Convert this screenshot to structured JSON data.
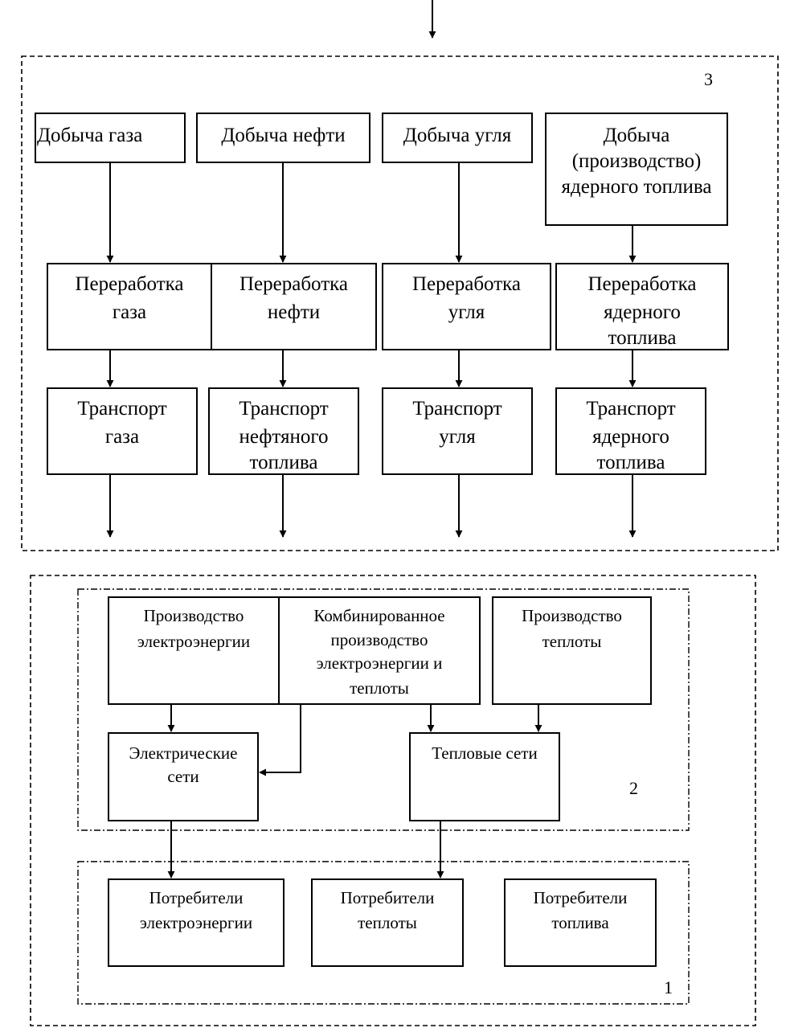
{
  "regions": [
    {
      "id": "fuel",
      "number": "3"
    },
    {
      "id": "energy",
      "number": "2"
    },
    {
      "id": "consumers",
      "number": "1"
    }
  ],
  "nodes": {
    "gas_extraction": {
      "lines": [
        "Добыча газа"
      ]
    },
    "oil_extraction": {
      "lines": [
        "Добыча нефти"
      ]
    },
    "coal_extraction": {
      "lines": [
        "Добыча угля"
      ]
    },
    "nuclear_extraction": {
      "lines": [
        "Добыча",
        "(производство)",
        "ядерного топлива"
      ]
    },
    "gas_processing": {
      "lines": [
        "Переработка",
        "газа"
      ]
    },
    "oil_processing": {
      "lines": [
        "Переработка",
        "нефти"
      ]
    },
    "coal_processing": {
      "lines": [
        "Переработка",
        "угля"
      ]
    },
    "nuclear_processing": {
      "lines": [
        "Переработка",
        "ядерного",
        "топлива"
      ]
    },
    "gas_transport": {
      "lines": [
        "Транспорт",
        "газа"
      ]
    },
    "oil_transport": {
      "lines": [
        "Транспорт",
        "нефтяного",
        "топлива"
      ]
    },
    "coal_transport": {
      "lines": [
        "Транспорт",
        "угля"
      ]
    },
    "nuclear_transport": {
      "lines": [
        "Транспорт",
        "ядерного",
        "топлива"
      ]
    },
    "electricity_production": {
      "lines": [
        "Производство",
        "электроэнергии"
      ]
    },
    "combined_production": {
      "lines": [
        "Комбинированное",
        "производство",
        "электроэнергии и",
        "теплоты"
      ]
    },
    "heat_production": {
      "lines": [
        "Производство",
        "теплоты"
      ]
    },
    "electric_networks": {
      "lines": [
        "Электрические",
        "сети"
      ]
    },
    "heat_networks": {
      "lines": [
        "Тепловые сети"
      ]
    },
    "electricity_consumers": {
      "lines": [
        "Потребители",
        "электроэнергии"
      ]
    },
    "heat_consumers": {
      "lines": [
        "Потребители",
        "теплоты"
      ]
    },
    "fuel_consumers": {
      "lines": [
        "Потребители",
        "топлива"
      ]
    }
  },
  "edges": [
    {
      "from": "",
      "to": "fuel"
    },
    {
      "from": "gas_extraction",
      "to": "gas_processing"
    },
    {
      "from": "oil_extraction",
      "to": "oil_processing"
    },
    {
      "from": "coal_extraction",
      "to": "coal_processing"
    },
    {
      "from": "nuclear_extraction",
      "to": "nuclear_processing"
    },
    {
      "from": "gas_processing",
      "to": "gas_transport"
    },
    {
      "from": "oil_processing",
      "to": "oil_transport"
    },
    {
      "from": "coal_processing",
      "to": "coal_transport"
    },
    {
      "from": "nuclear_processing",
      "to": "nuclear_transport"
    },
    {
      "from": "gas_transport",
      "to": ""
    },
    {
      "from": "oil_transport",
      "to": ""
    },
    {
      "from": "coal_transport",
      "to": ""
    },
    {
      "from": "nuclear_transport",
      "to": ""
    },
    {
      "from": "electricity_production",
      "to": "electric_networks"
    },
    {
      "from": "combined_production",
      "to": "electric_networks"
    },
    {
      "from": "combined_production",
      "to": "heat_networks"
    },
    {
      "from": "heat_production",
      "to": "heat_networks"
    },
    {
      "from": "electric_networks",
      "to": "electricity_consumers"
    },
    {
      "from": "heat_networks",
      "to": "heat_consumers"
    }
  ]
}
